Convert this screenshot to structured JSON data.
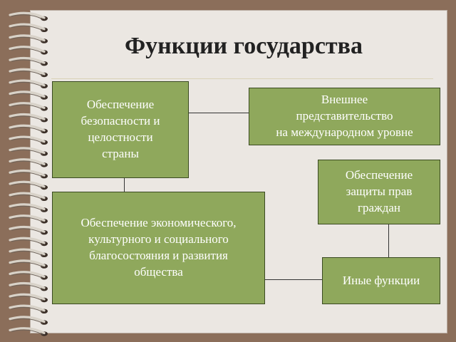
{
  "title": "Функции государства",
  "boxes": {
    "security": "Обеспечение\nбезопасности и\nцелостности\nстраны",
    "external": "Внешнее\nпредставительство\nна международном уровне",
    "economic": "Обеспечение экономического,\nкультурного и социального\nблагосостояния и развития\nобщества",
    "rights": "Обеспечение\nзащиты прав\nграждан",
    "other": "Иные функции"
  },
  "colors": {
    "box_fill": "#8fa85c",
    "background": "#8b6e5a",
    "paper": "#ebe7e2"
  }
}
